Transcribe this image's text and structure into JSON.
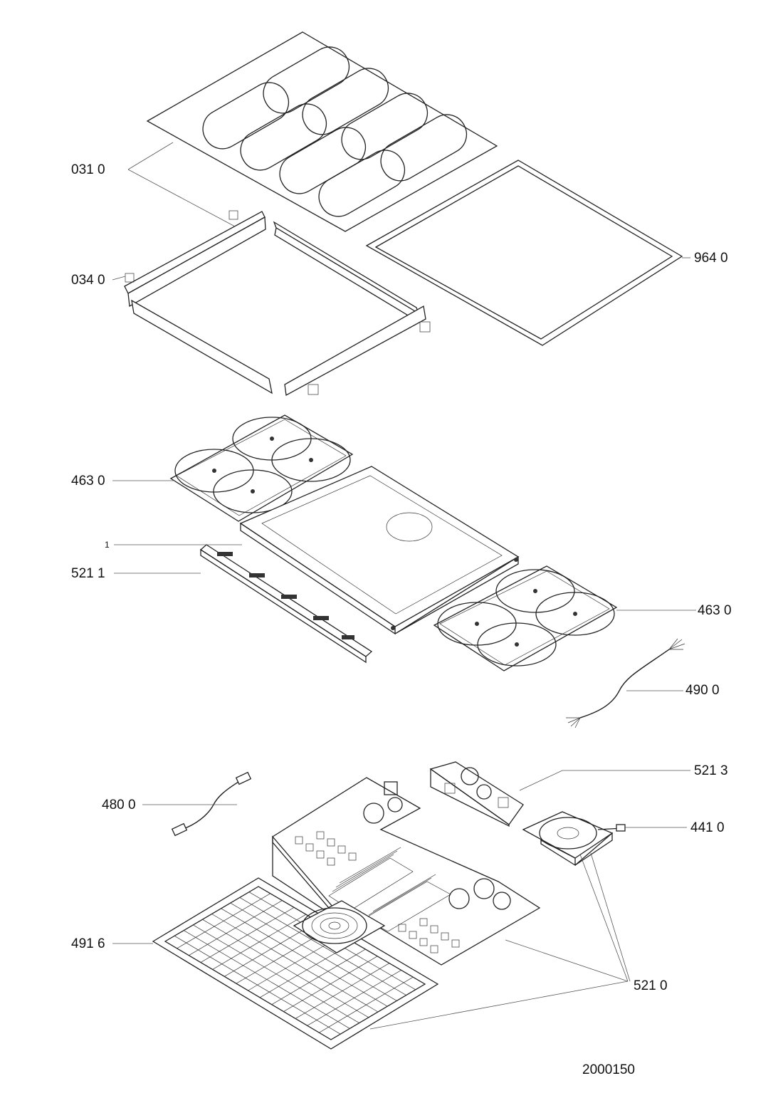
{
  "drawing_number": "2000150",
  "labels": {
    "glass_top": "031 0",
    "frame_rails": "034 0",
    "gasket": "964 0",
    "coil_left": "463 0",
    "housing": "1",
    "control_board": "521 1",
    "coil_right": "463 0",
    "power_cable": "490 0",
    "cable_harness": "480 0",
    "filter_board": "521 3",
    "fan": "441 0",
    "bottom_tray": "491 6",
    "power_board": "521 0"
  }
}
